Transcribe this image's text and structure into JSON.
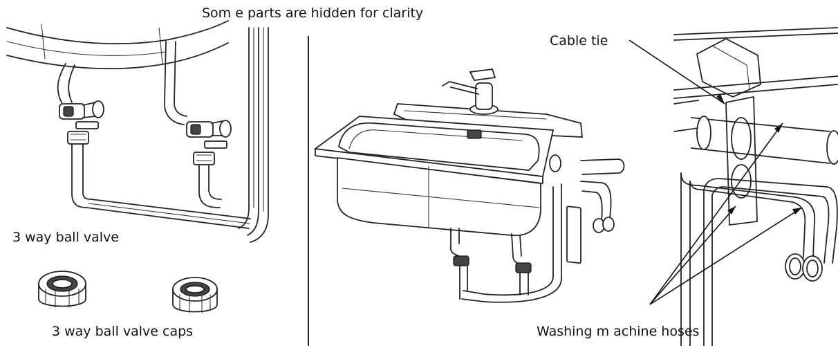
{
  "caption": "Som e parts are hidden for clarity",
  "labels": {
    "cable_tie": "Cable  tie",
    "ball_valve": "3 way ball valve",
    "ball_valve_caps": "3 way ball valve caps",
    "washing_machine_hoses": "Washing m achine hoses"
  }
}
